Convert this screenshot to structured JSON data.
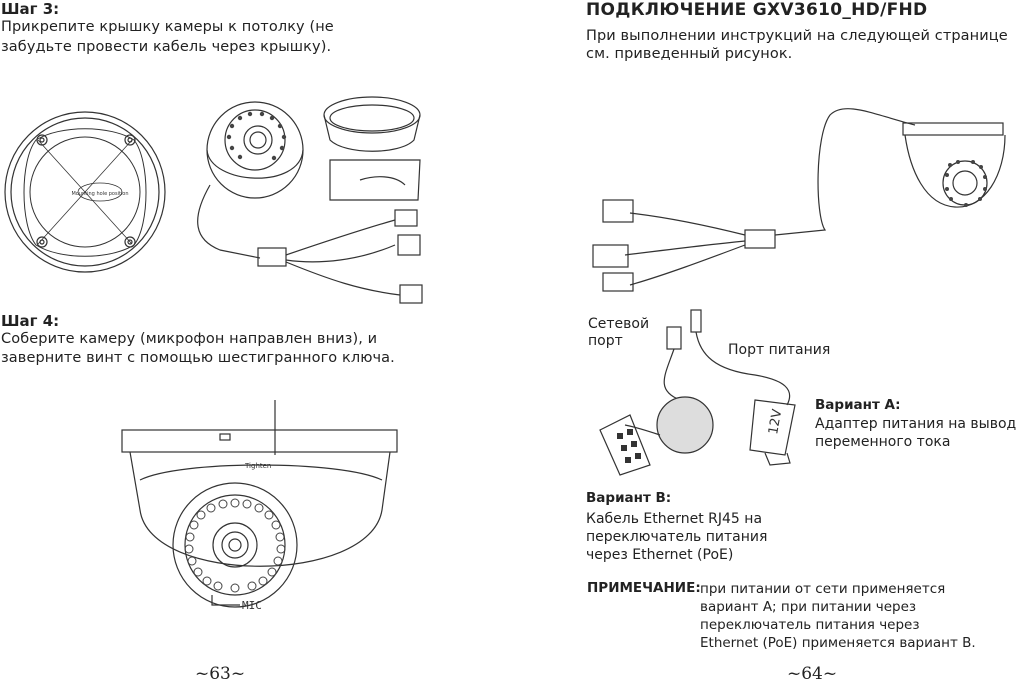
{
  "left": {
    "step3": {
      "title": "Шаг 3:",
      "line1": "Прикрепите крышку камеры к потолку (не",
      "line2": "забудьте провести кабель через крышку)."
    },
    "step4": {
      "title": "Шаг 4:",
      "line1": "Соберите камеру  (микрофон направлен вниз), и",
      "line2": "заверните винт с помощью шестигранного ключа."
    },
    "figure1": {
      "mounting_label": "Mounting hole position"
    },
    "figure2": {
      "tighten_label": "Tighten",
      "mic_label": "MIC"
    },
    "page_number": "~63~"
  },
  "right": {
    "heading": "ПОДКЛЮЧЕНИЕ GXV3610_HD/FHD",
    "intro_line1": "При выполнении инструкций на следующей странице",
    "intro_line2": "см. приведенный рисунок.",
    "network_port_line1": "Сетевой",
    "network_port_line2": "порт",
    "power_port": "Порт питания",
    "adapter_label": "12V",
    "variant_a": {
      "title": "Вариант A:",
      "line1": "Адаптер питания на вывод",
      "line2": "переменного тока"
    },
    "variant_b": {
      "title": "Вариант B:",
      "line1": "Кабель  Ethernet  RJ45  на",
      "line2": "переключатель   питания",
      "line3": "через Ethernet (PoE)"
    },
    "note": {
      "label": "ПРИМЕЧАНИЕ:",
      "line1": "при питании от сети применяется",
      "line2": "вариант A; при питании через",
      "line3": "переключатель питания через",
      "line4": "Ethernet (PoE) применяется вариант B."
    },
    "page_number": "~64~"
  }
}
